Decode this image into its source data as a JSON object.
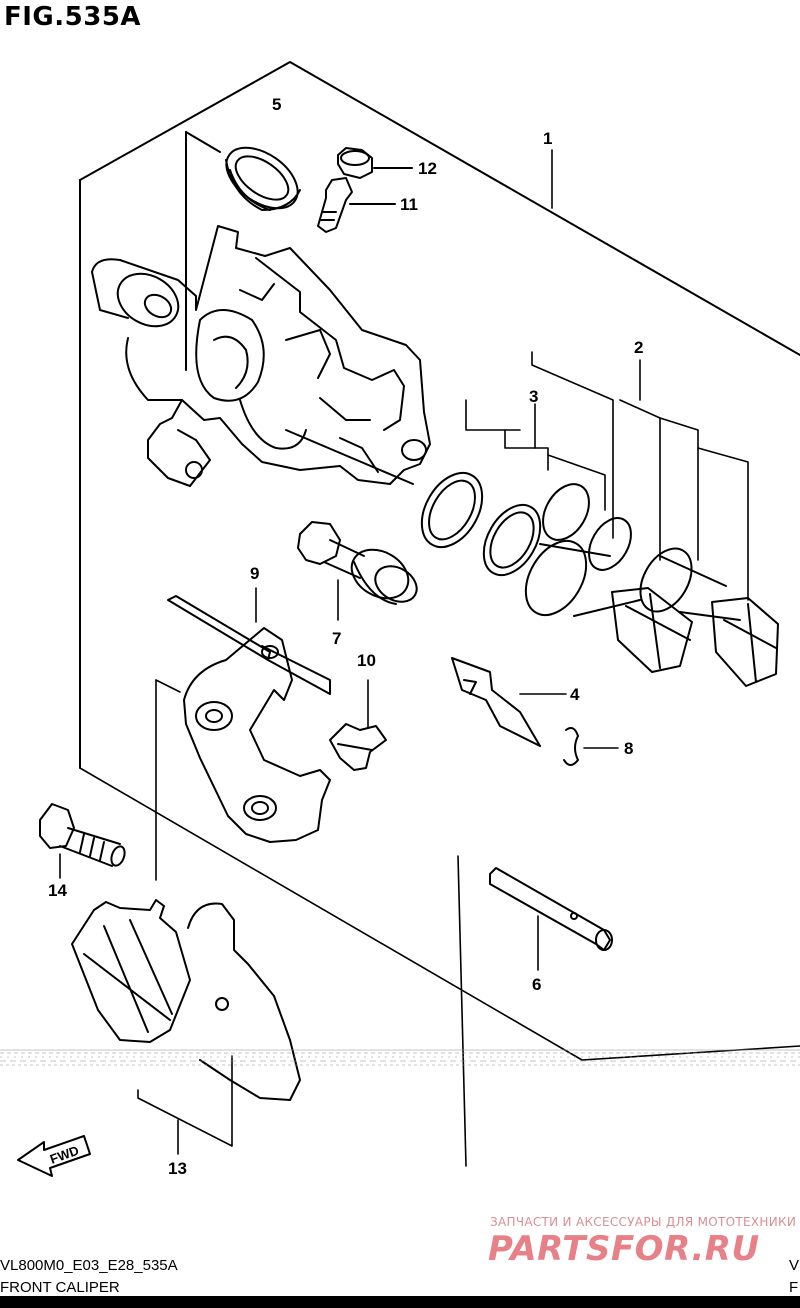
{
  "figure": {
    "title": "FIG.535A",
    "code": "VL800M0_E03_E28_535A",
    "name": "FRONT CALIPER",
    "edge_right_top": "V",
    "edge_right_bottom": "F"
  },
  "callouts": {
    "c1": "1",
    "c2": "2",
    "c3": "3",
    "c4": "4",
    "c5": "5",
    "c6": "6",
    "c7": "7",
    "c8": "8",
    "c9": "9",
    "c10": "10",
    "c11": "11",
    "c12": "12",
    "c13": "13",
    "c14": "14"
  },
  "fwd_label": "FWD",
  "watermark": {
    "line": "ЗАПЧАСТИ И АКСЕССУАРЫ ДЛЯ МОТОТЕХНИКИ",
    "logo": "PARTSFOR.RU"
  },
  "colors": {
    "ink": "#000000",
    "watermark": "#e88088"
  }
}
